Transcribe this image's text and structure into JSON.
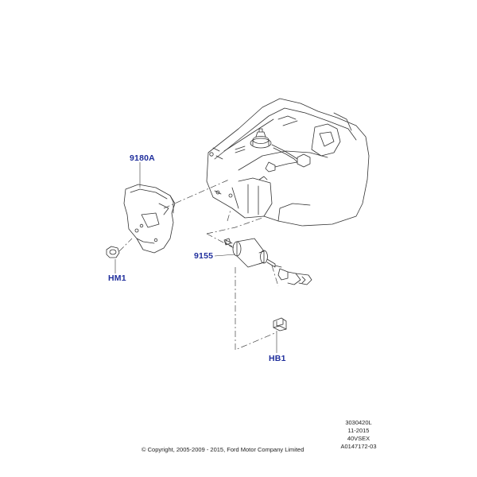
{
  "callouts": {
    "bracket": "9180A",
    "fuel_filter": "9155",
    "nut": "HM1",
    "clip": "HB1"
  },
  "drawing_info": {
    "lines": [
      "3030420L",
      "11-2015",
      "40VSEX",
      "A0147172-03"
    ]
  },
  "copyright": "© Copyright, 2005-2009 - 2015, Ford Motor Company Limited",
  "colors": {
    "callout_text": "#1f2e9c",
    "line_art": "#333333"
  }
}
